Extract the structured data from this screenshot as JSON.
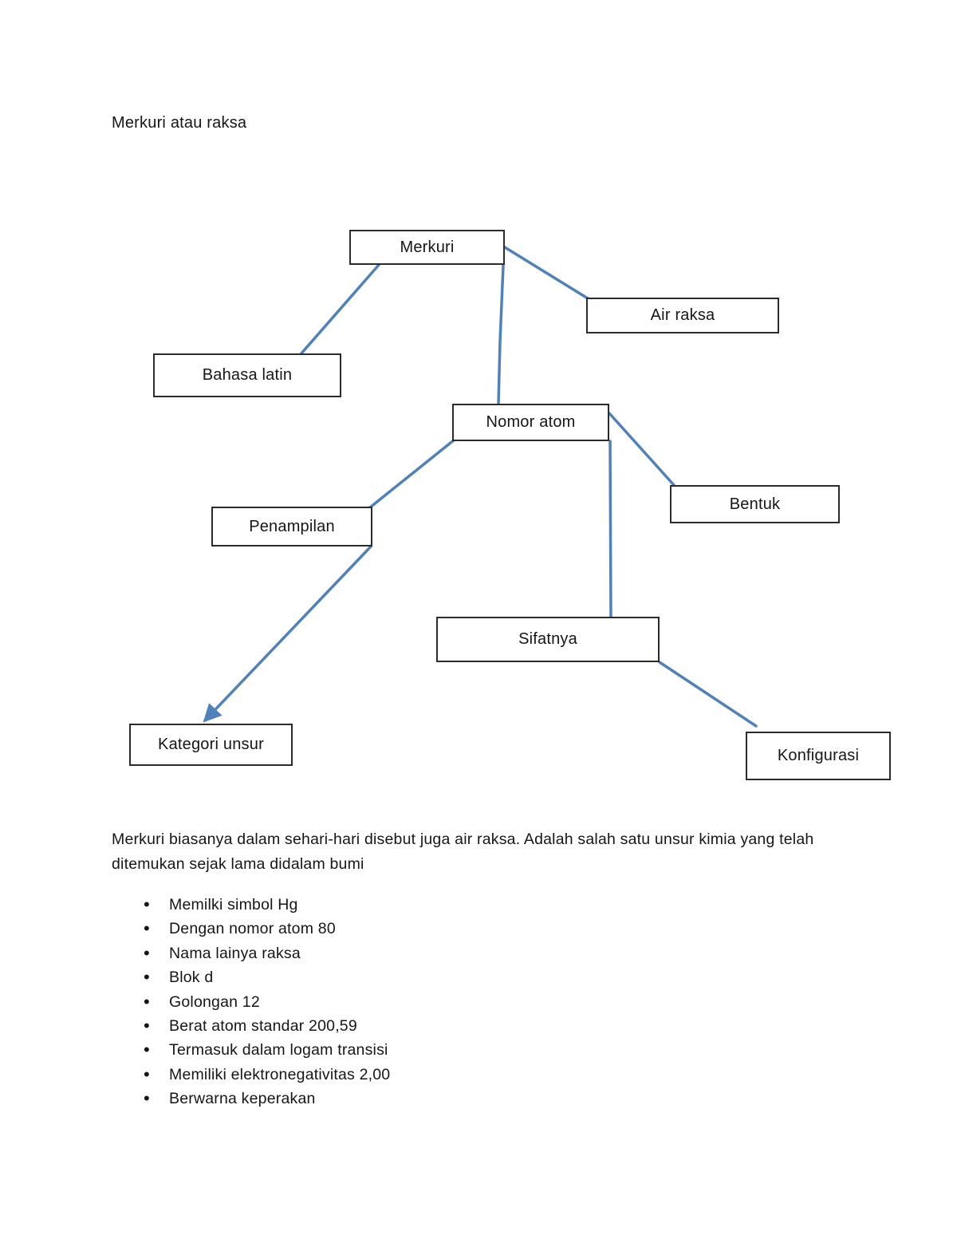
{
  "page": {
    "background_color": "#ffffff",
    "text_color": "#161616",
    "title": "Merkuri atau raksa"
  },
  "diagram": {
    "type": "concept-map",
    "accent_color": "#4f81bd",
    "box_border_color": "#2b2b2b",
    "nodes": [
      {
        "id": "merkuri",
        "label": "Merkuri"
      },
      {
        "id": "air-raksa",
        "label": "Air raksa"
      },
      {
        "id": "bahasa-latin",
        "label": "Bahasa latin"
      },
      {
        "id": "nomor-atom",
        "label": "Nomor atom"
      },
      {
        "id": "bentuk",
        "label": "Bentuk"
      },
      {
        "id": "penampilan",
        "label": "Penampilan"
      },
      {
        "id": "sifatnya",
        "label": "Sifatnya"
      },
      {
        "id": "kategori-unsur",
        "label": "Kategori unsur"
      },
      {
        "id": "konfigurasi",
        "label": "Konfigurasi"
      }
    ],
    "edges": [
      {
        "from": "merkuri",
        "to": "bahasa-latin",
        "arrow": false
      },
      {
        "from": "merkuri",
        "to": "air-raksa",
        "arrow": false
      },
      {
        "from": "merkuri",
        "to": "nomor-atom",
        "arrow": false
      },
      {
        "from": "nomor-atom",
        "to": "penampilan",
        "arrow": false
      },
      {
        "from": "nomor-atom",
        "to": "bentuk",
        "arrow": false
      },
      {
        "from": "nomor-atom",
        "to": "sifatnya",
        "arrow": false
      },
      {
        "from": "penampilan",
        "to": "kategori-unsur",
        "arrow": true
      },
      {
        "from": "sifatnya",
        "to": "konfigurasi",
        "arrow": false
      }
    ]
  },
  "body": {
    "paragraph_lines": [
      "Merkuri biasanya dalam sehari-hari disebut juga air raksa. Adalah salah satu unsur kimia yang telah",
      "ditemukan sejak lama didalam bumi"
    ],
    "bullets": [
      "Memilki simbol Hg",
      "Dengan nomor atom 80",
      "Nama lainya raksa",
      "Blok d",
      "Golongan 12",
      "Berat atom standar 200,59",
      "Termasuk dalam logam transisi",
      "Memiliki elektronegativitas 2,00",
      "Berwarna keperakan"
    ]
  }
}
